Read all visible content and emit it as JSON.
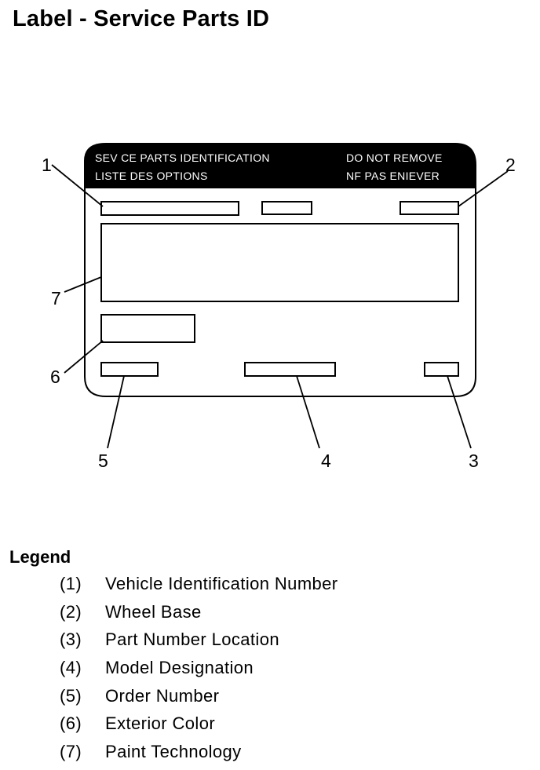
{
  "title": "Label - Service Parts ID",
  "label": {
    "header_left_line1": "SEV CE PARTS IDENTIFICATION",
    "header_left_line2": "LISTE DES OPTIONS",
    "header_right_line1": "DO NOT REMOVE",
    "header_right_line2": "NF PAS ENIEVER"
  },
  "callouts": [
    "1",
    "2",
    "3",
    "4",
    "5",
    "6",
    "7"
  ],
  "legend": {
    "title": "Legend",
    "items": [
      {
        "num": "(1)",
        "text": "Vehicle Identification Number"
      },
      {
        "num": "(2)",
        "text": "Wheel Base"
      },
      {
        "num": "(3)",
        "text": "Part Number Location"
      },
      {
        "num": "(4)",
        "text": "Model Designation"
      },
      {
        "num": "(5)",
        "text": "Order Number"
      },
      {
        "num": "(6)",
        "text": "Exterior Color"
      },
      {
        "num": "(7)",
        "text": "Paint Technology"
      }
    ]
  }
}
